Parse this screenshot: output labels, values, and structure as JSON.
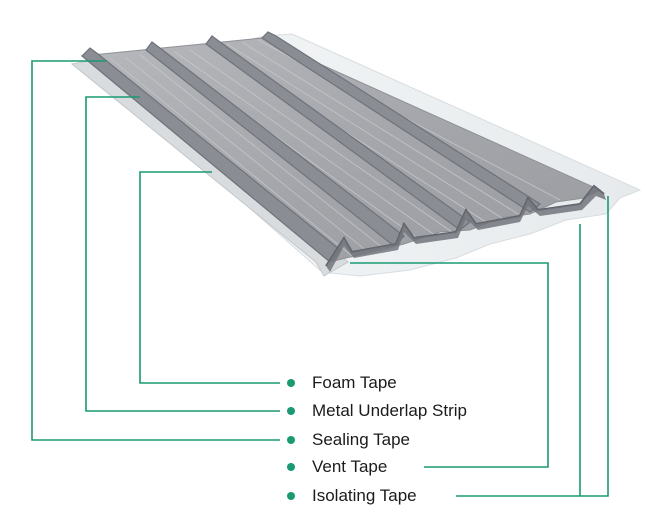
{
  "colors": {
    "leader": "#1a9a72",
    "bullet": "#1a9a72",
    "text": "#1b1b1b",
    "sheet_top": "#a9abb0",
    "sheet_shadow": "#7c7f86",
    "clear_edge": "#eef1f3"
  },
  "legend": {
    "items": [
      {
        "id": "foam-tape",
        "label": "Foam Tape"
      },
      {
        "id": "metal-underlap-strip",
        "label": "Metal Underlap Strip"
      },
      {
        "id": "sealing-tape",
        "label": "Sealing Tape"
      },
      {
        "id": "vent-tape",
        "label": "Vent Tape"
      },
      {
        "id": "isolating-tape",
        "label": "Isolating Tape"
      }
    ]
  }
}
